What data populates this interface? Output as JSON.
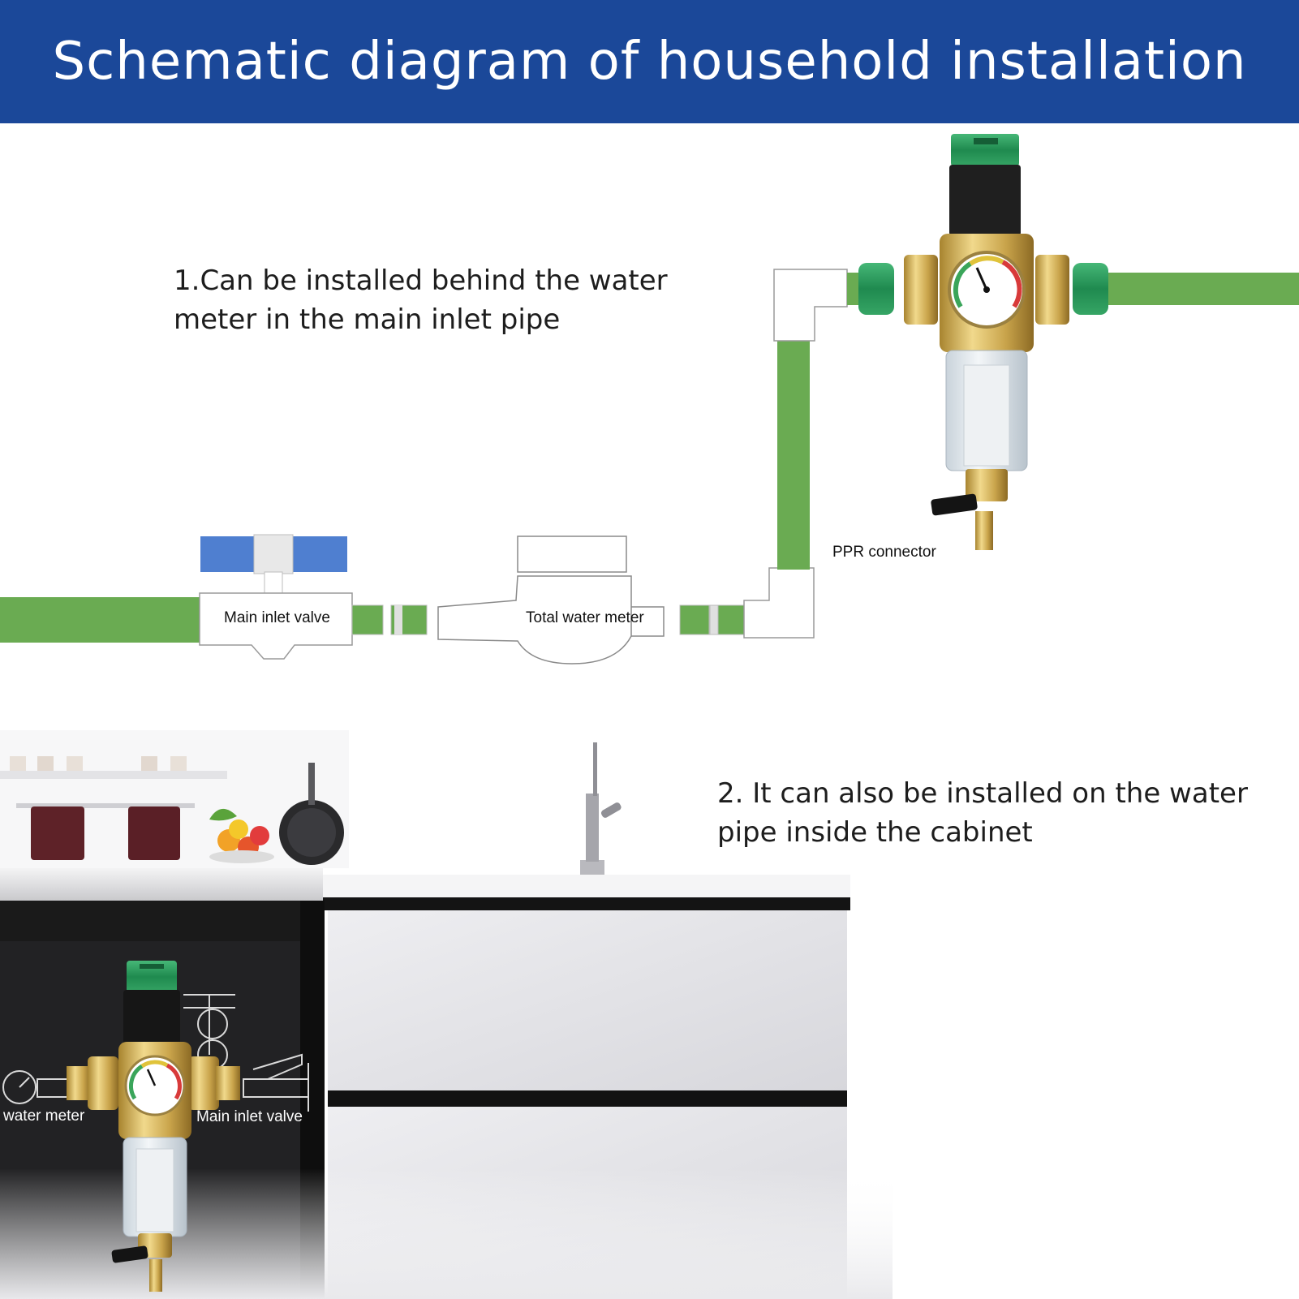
{
  "header": {
    "title": "Schematic diagram of household installation"
  },
  "notes": [
    {
      "text": "1.Can be installed behind the water meter in the main inlet pipe"
    },
    {
      "text": "2. It can also be installed on the water pipe inside the cabinet"
    }
  ],
  "labels": {
    "main_inlet_valve": "Main inlet valve",
    "total_water_meter": "Total water meter",
    "ppr_connector": "PPR connector",
    "cabinet_water_meter": "water meter",
    "cabinet_main_inlet_valve": "Main inlet valve"
  },
  "colors": {
    "header_bg": "#1b4899",
    "pipe_green": "#6aab52",
    "fitting_green": "#2f9a5f",
    "valve_blue": "#4f7fd0",
    "brass": "#d6b25a",
    "cabinet_black": "#1a1a1a"
  }
}
